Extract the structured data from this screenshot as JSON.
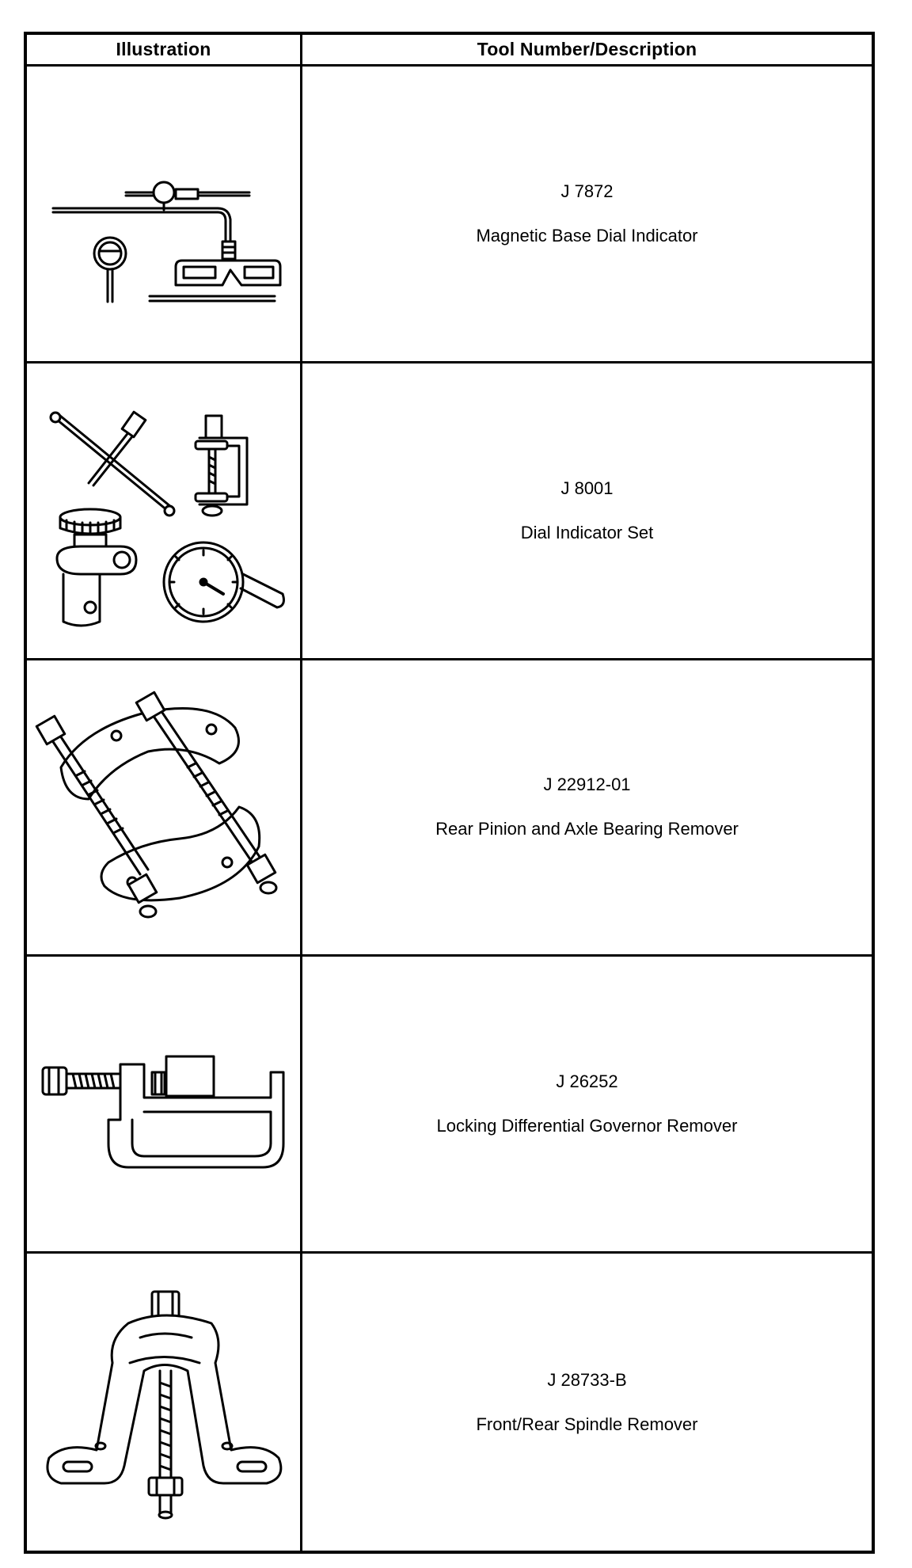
{
  "table": {
    "headers": {
      "illustration": "Illustration",
      "tool": "Tool Number/Description"
    },
    "rows": [
      {
        "number": "J 7872",
        "description": "Magnetic Base Dial Indicator",
        "icon": "magnetic-base-dial-indicator-icon"
      },
      {
        "number": "J 8001",
        "description": "Dial Indicator Set",
        "icon": "dial-indicator-set-icon"
      },
      {
        "number": "J 22912-01",
        "description": "Rear Pinion and Axle Bearing Remover",
        "icon": "bearing-remover-icon"
      },
      {
        "number": "J 26252",
        "description": "Locking Differential Governor Remover",
        "icon": "governor-remover-icon"
      },
      {
        "number": "J 28733-B",
        "description": "Front/Rear Spindle Remover",
        "icon": "spindle-remover-icon"
      }
    ]
  }
}
